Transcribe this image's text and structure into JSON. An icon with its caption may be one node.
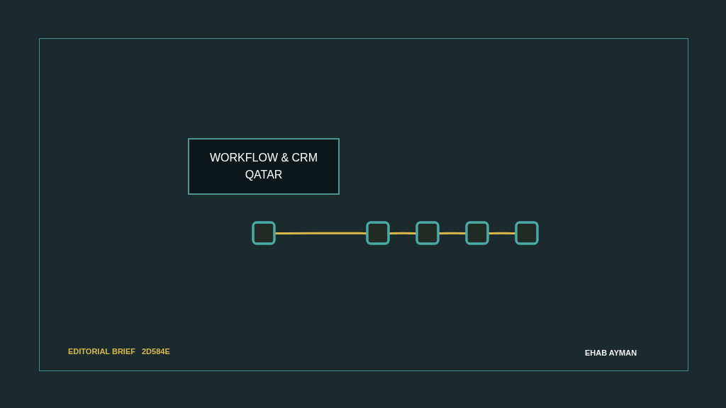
{
  "diagram": {
    "nodes": [
      {
        "text": [
          "WORKFLOW & CRM",
          "QATAR"
        ]
      },
      {
        "text": [],
        "shape": "box"
      },
      {
        "text": [],
        "shape": "box"
      },
      {
        "text": [],
        "shape": "box"
      },
      {
        "text": [],
        "shape": "box"
      },
      {
        "text": [],
        "shape": "box"
      }
    ],
    "edges": [
      {
        "from": 1,
        "to": 2,
        "arrow": "none"
      },
      {
        "from": 2,
        "to": 3,
        "arrow": "none"
      },
      {
        "from": 3,
        "to": 4,
        "arrow": "none"
      },
      {
        "from": 4,
        "to": 5,
        "arrow": "none"
      }
    ],
    "labels": [
      "EDITORIAL BRIEF",
      "2D584E",
      "EHAB AYMAN"
    ]
  }
}
